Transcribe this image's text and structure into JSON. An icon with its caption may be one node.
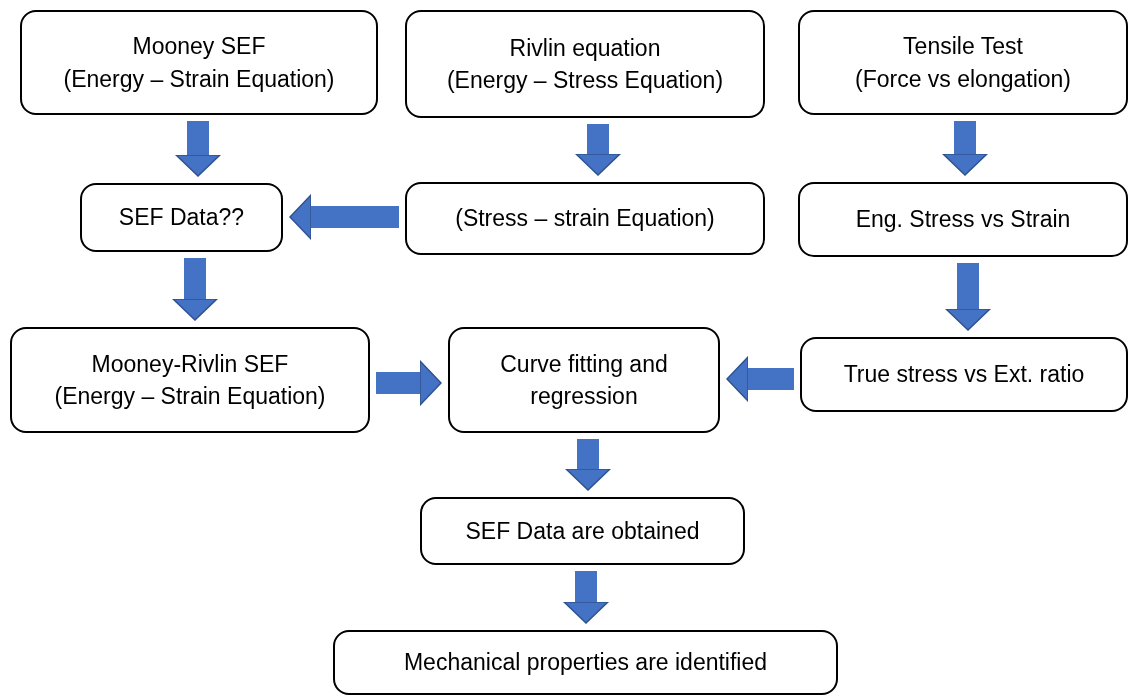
{
  "diagram": {
    "nodes": [
      {
        "text": [
          "Mooney SEF",
          "(Energy – Strain Equation)"
        ]
      },
      {
        "text": [
          "Rivlin equation",
          "(Energy – Stress Equation)"
        ]
      },
      {
        "text": [
          "Tensile Test",
          "(Force vs elongation)"
        ]
      },
      {
        "text": [
          "SEF Data??"
        ]
      },
      {
        "text": [
          "(Stress – strain Equation)"
        ]
      },
      {
        "text": [
          "Eng. Stress vs Strain"
        ]
      },
      {
        "text": [
          "Mooney-Rivlin SEF",
          "(Energy – Strain Equation)"
        ]
      },
      {
        "text": [
          "Curve fitting and regression"
        ]
      },
      {
        "text": [
          "True stress vs Ext. ratio"
        ]
      },
      {
        "text": [
          "SEF Data are obtained"
        ]
      },
      {
        "text": [
          "Mechanical properties are identified"
        ]
      }
    ],
    "edges": [
      {
        "from": 0,
        "to": 3,
        "arrow": "to"
      },
      {
        "from": 1,
        "to": 4,
        "arrow": "to"
      },
      {
        "from": 2,
        "to": 5,
        "arrow": "to"
      },
      {
        "from": 4,
        "to": 3,
        "arrow": "to"
      },
      {
        "from": 3,
        "to": 6,
        "arrow": "to"
      },
      {
        "from": 5,
        "to": 8,
        "arrow": "to"
      },
      {
        "from": 6,
        "to": 7,
        "arrow": "to"
      },
      {
        "from": 8,
        "to": 7,
        "arrow": "to"
      },
      {
        "from": 7,
        "to": 9,
        "arrow": "to"
      },
      {
        "from": 9,
        "to": 10,
        "arrow": "to"
      }
    ]
  }
}
